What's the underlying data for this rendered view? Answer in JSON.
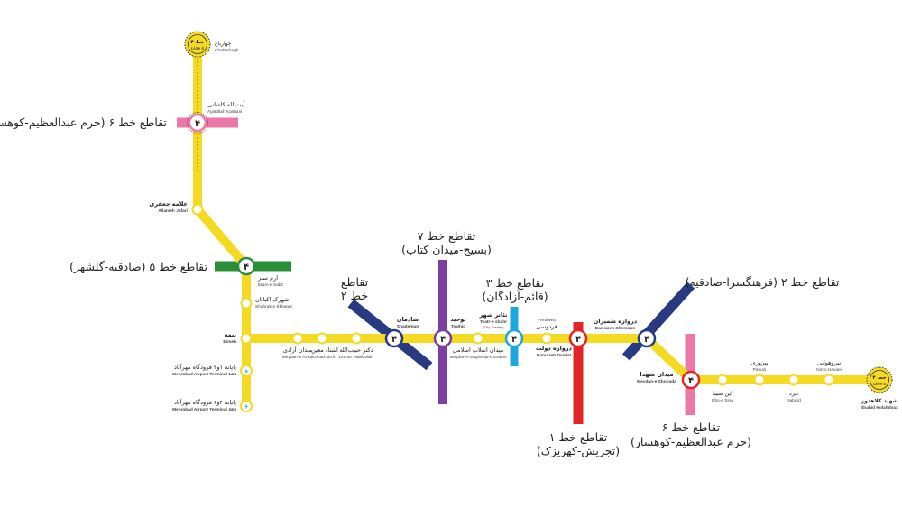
{
  "colors": {
    "line4": "#f5da24",
    "line4_core": "#fbe96a",
    "line1": "#e02626",
    "line2": "#283b82",
    "line3": "#1ca8df",
    "line5": "#2b8f3a",
    "line6": "#ec78a8",
    "line7": "#7c3fa0",
    "station_fill": "#ffffff",
    "text": "#222222"
  },
  "terminals": {
    "north": {
      "fa": "خط ۴",
      "en": "Line 4",
      "name_fa": "چهارباغ",
      "name_en": "Chaharbagh"
    },
    "east": {
      "fa": "خط ۴",
      "en": "Line 4",
      "name_fa": "شهید کلاهدوز",
      "name_en": "Shahid Kolahdouz"
    }
  },
  "callouts": {
    "line6_north": "تقاطع خط ۶ (حرم عبدالعظیم-کوهسار)",
    "line5": "تقاطع خط ۵ (صادقیه-گلشهر)",
    "line2_west_1": "تقاطع",
    "line2_west_2": "خط ۲",
    "line7_1": "تقاطع خط ۷",
    "line7_2": "(بسیج-میدان کتاب)",
    "line3_1": "تقاطع خط ۳",
    "line3_2": "(قائم-آزادگان)",
    "line1_1": "تقاطع خط ۱",
    "line1_2": "(تجریش-کهریزک)",
    "line2_east": "تقاطع خط ۲ (فرهنگسرا-صادقیه)",
    "line6_east_1": "تقاطع خط ۶",
    "line6_east_2": "(حرم عبدالعظیم-کوهسار)"
  },
  "stations": [
    {
      "id": "ayatollah-kashani",
      "fa": "آیت‌الله کاشانی",
      "en": "Ayatollah Kashani",
      "interchange": true,
      "line_color": "line6"
    },
    {
      "id": "allameh-jafari",
      "fa": "علامه جعفری",
      "en": "Allameh Jafari",
      "interchange": false
    },
    {
      "id": "eram-e-sabz",
      "fa": "ارم سبز",
      "en": "Eram-e Sabz",
      "interchange": true,
      "line_color": "line5"
    },
    {
      "id": "shahrak-e-ekbatan",
      "fa": "شهرک اکباتان",
      "en": "Shahrak-e Ekbatan",
      "interchange": false
    },
    {
      "id": "bimeh",
      "fa": "بیمه",
      "en": "Bimeh",
      "interchange": false
    },
    {
      "id": "meydan-e-azadi",
      "fa": "میدان آزادی",
      "en": "Meydan-e Azadi",
      "interchange": false
    },
    {
      "id": "ostad-moin",
      "fa": "استاد معین",
      "en": "Ostad Mo'in",
      "interchange": false
    },
    {
      "id": "doctor-habibollah",
      "fa": "دکتر حبیب‌الله",
      "en": "Doctor Habibollah",
      "interchange": false
    },
    {
      "id": "shademan",
      "fa": "شادمان",
      "en": "Shademan",
      "interchange": true,
      "line_color": "line2"
    },
    {
      "id": "towhid",
      "fa": "توحید",
      "en": "Towhid",
      "interchange": true,
      "line_color": "line7"
    },
    {
      "id": "meydan-e-enghelab",
      "fa": "میدان انقلاب اسلامی",
      "en": "Meydan-e Enghelab-e Eslami",
      "interchange": false
    },
    {
      "id": "teatr-e-shahr",
      "fa": "تئاتر شهر",
      "en": "Teatr-e shahr",
      "en2": "(City Theater)",
      "interchange": true,
      "line_color": "line3"
    },
    {
      "id": "ferdowsi",
      "fa": "فردوسی",
      "en": "Ferdowsi",
      "interchange": false
    },
    {
      "id": "darvazeh-dowlat",
      "fa": "دروازه دولت",
      "en": "Darvazeh Dowlat",
      "interchange": true,
      "line_color": "line1"
    },
    {
      "id": "darvazeh-shemiran",
      "fa": "دروازه شمیران",
      "en": "Darvazeh Shemiran",
      "interchange": true,
      "line_color": "line2"
    },
    {
      "id": "meydan-e-shohada",
      "fa": "میدان شهدا",
      "en": "Meydan-e Shohada",
      "interchange": true,
      "line_color": "line6"
    },
    {
      "id": "ebn-e-sina",
      "fa": "ابن سینا",
      "en": "Ebn-e Sina",
      "interchange": false
    },
    {
      "id": "pirouzi",
      "fa": "پیروزی",
      "en": "Pirouzi",
      "interchange": false
    },
    {
      "id": "nabard",
      "fa": "نبرد",
      "en": "Nabard",
      "interchange": false
    },
    {
      "id": "niroo-havaei",
      "fa": "نیروهوایی",
      "en": "Niroo Havaei",
      "interchange": false
    }
  ],
  "airport_stations": [
    {
      "id": "mehrabad-t12",
      "fa": "پایانه ۱و۲ فرودگاه مهرآباد",
      "en": "Mehrabad Airport Terminal 1&2",
      "icon": "airplane-icon"
    },
    {
      "id": "mehrabad-t46",
      "fa": "پایانه ۴و۶ فرودگاه مهرآباد",
      "en": "Mehrabad Airport Terminal 4&6",
      "icon": "airplane-icon"
    }
  ]
}
